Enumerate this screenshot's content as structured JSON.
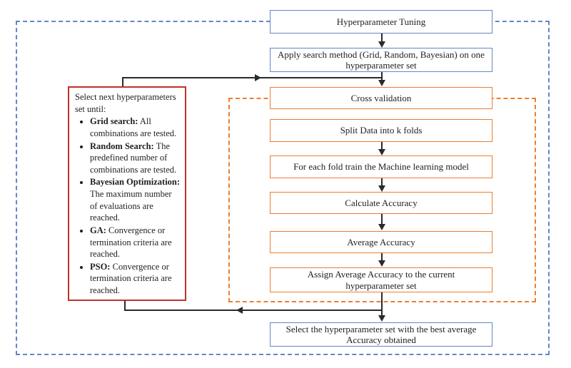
{
  "flow": {
    "boxes": [
      {
        "id": "hyperparameter-tuning",
        "label": "Hyperparameter Tuning",
        "style": "blue"
      },
      {
        "id": "apply-search-method",
        "label": "Apply search method (Grid, Random, Bayesian) on one hyperparameter set",
        "style": "blue"
      },
      {
        "id": "cross-validation",
        "label": "Cross validation",
        "style": "orange"
      },
      {
        "id": "split-data",
        "label": "Split Data into k folds",
        "style": "orange"
      },
      {
        "id": "train-model",
        "label": "For each fold train the Machine learning model",
        "style": "orange"
      },
      {
        "id": "calculate-accuracy",
        "label": "Calculate Accuracy",
        "style": "orange"
      },
      {
        "id": "average-accuracy",
        "label": "Average Accuracy",
        "style": "orange"
      },
      {
        "id": "assign-average-accuracy",
        "label": "Assign Average Accuracy to the current hyperparameter set",
        "style": "orange"
      },
      {
        "id": "select-best-set",
        "label": "Select the hyperparameter set with the best average Accuracy obtained",
        "style": "blue"
      }
    ]
  },
  "red_box": {
    "title": "Select next hyperparameters set until:",
    "bullets": [
      {
        "term": "Grid search:",
        "text": " All combinations are tested."
      },
      {
        "term": "Random Search:",
        "text": " The predefined number of combinations are tested."
      },
      {
        "term": "Bayesian Optimization:",
        "text": " The maximum number of evaluations are reached."
      },
      {
        "term": "GA:",
        "text": " Convergence or termination criteria are reached."
      },
      {
        "term": "PSO:",
        "text": " Convergence or termination criteria are reached."
      }
    ]
  },
  "colors": {
    "blue_border": "#6486C6",
    "blue_dashed": "#5577C5",
    "orange": "#ED7D31",
    "red": "#C03028",
    "line": "#2a2a2a"
  }
}
